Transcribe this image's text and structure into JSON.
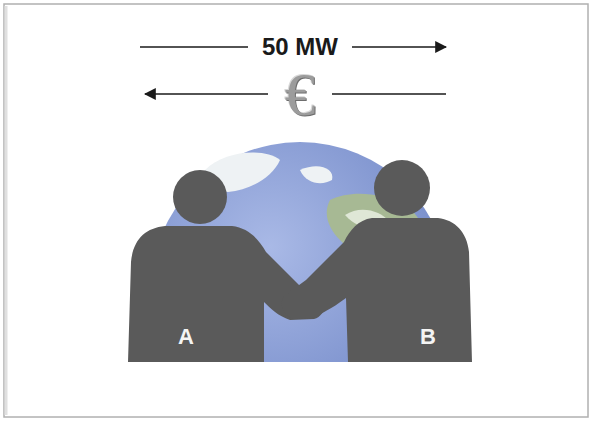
{
  "diagram": {
    "nodes": [
      {
        "text": [
          "A"
        ]
      },
      {
        "text": [
          "B"
        ]
      }
    ],
    "labels": [
      "50 MW",
      "€"
    ]
  }
}
